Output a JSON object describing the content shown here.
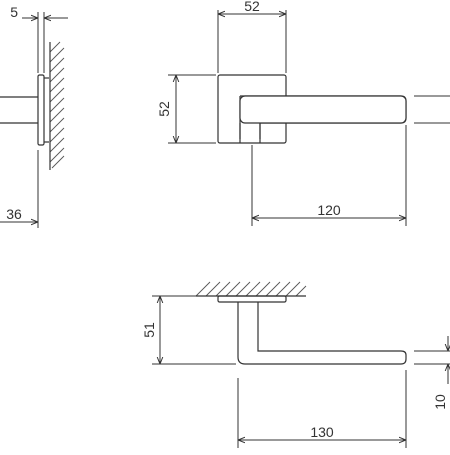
{
  "colors": {
    "line": "#333333",
    "hatch": "#555555",
    "background": "#ffffff"
  },
  "dimensions": {
    "side_rose_thickness": "5",
    "side_projection": "36",
    "front_rose_width": "52",
    "front_rose_height": "52",
    "front_lever_length": "120",
    "top_rose_depth": "51",
    "top_lever_length": "130",
    "top_lever_thickness": "10"
  }
}
